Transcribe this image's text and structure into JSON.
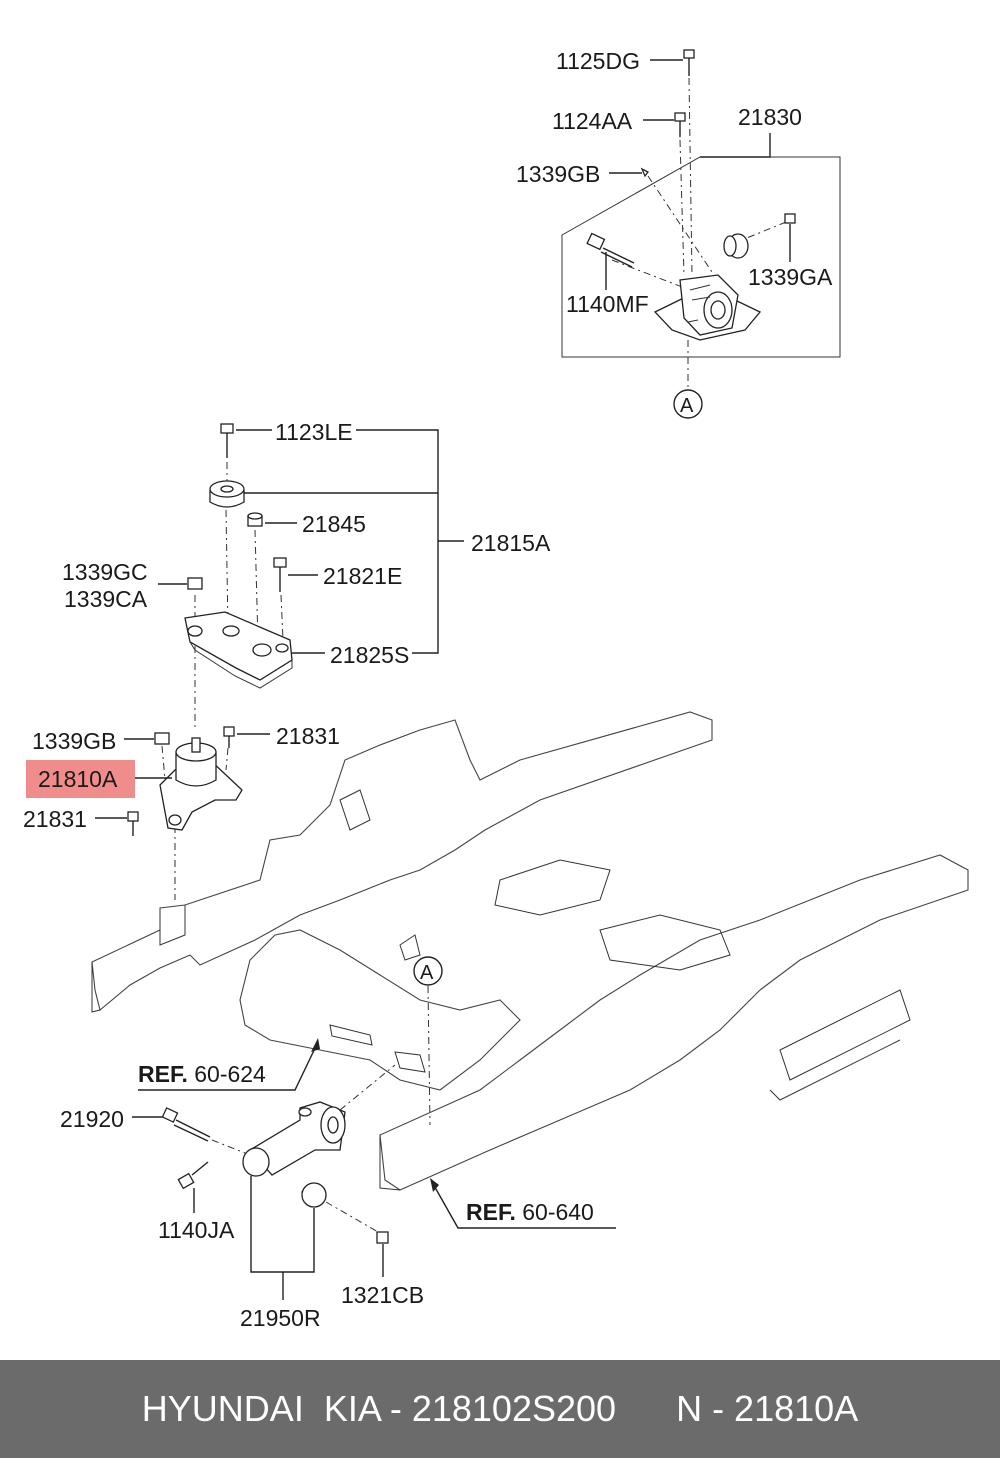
{
  "labels": {
    "p1125DG": "1125DG",
    "p1124AA": "1124AA",
    "p21830": "21830",
    "p1339GB_top": "1339GB",
    "p1339GA": "1339GA",
    "p1140MF": "1140MF",
    "callout_a_top": "A",
    "p1123LE": "1123LE",
    "p21845": "21845",
    "p21815A": "21815A",
    "p1339GC": "1339GC",
    "p1339CA": "1339CA",
    "p21821E": "21821E",
    "p21825S": "21825S",
    "p1339GB_mid": "1339GB",
    "p21831_upper": "21831",
    "p21810A": "21810A",
    "p21831_lower": "21831",
    "callout_a_frame": "A",
    "ref_60_624_prefix": "REF.",
    "ref_60_624_num": "60-624",
    "p21920": "21920",
    "p1140JA": "1140JA",
    "ref_60_640_prefix": "REF.",
    "ref_60_640_num": "60-640",
    "p1321CB": "1321CB",
    "p21950R": "21950R"
  },
  "highlight": {
    "part": "21810A",
    "color": "#f08080"
  },
  "footer": {
    "text": "HYUNDAI  KIA - 218102S200      N - 21810A"
  },
  "colors": {
    "footer_bg": "#6b6b6b",
    "footer_text": "#ffffff",
    "line": "#222222"
  }
}
